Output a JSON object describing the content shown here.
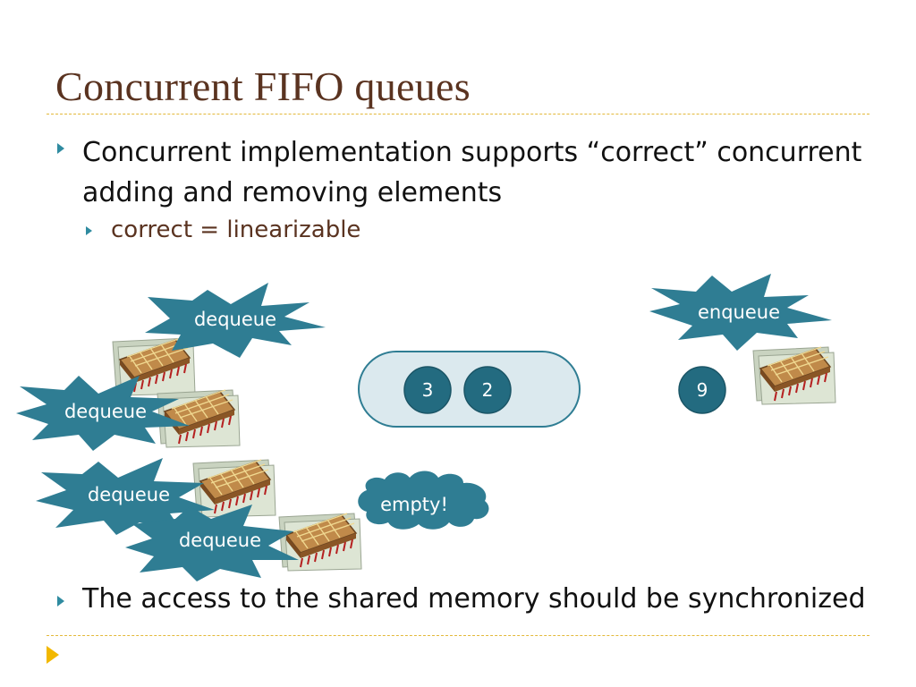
{
  "slide": {
    "title": "Concurrent FIFO queues",
    "bullets": [
      {
        "text": "Concurrent implementation supports “correct” concurrent adding and removing elements"
      },
      {
        "text": "correct = linearizable"
      },
      {
        "text": "The access to the shared memory should be synchronized"
      }
    ]
  },
  "diagram": {
    "dequeue_label": "dequeue",
    "enqueue_label": "enqueue",
    "empty_label": "empty!",
    "queue_items": [
      "3",
      "2"
    ],
    "incoming_item": "9",
    "colors": {
      "burst": "#2f7d93",
      "node": "#236b80",
      "queue_fill": "#dbe9ee",
      "queue_stroke": "#2f7d93",
      "title": "#5a3320",
      "bullet": "#2f8ba0",
      "rule": "#e3b93a"
    }
  }
}
